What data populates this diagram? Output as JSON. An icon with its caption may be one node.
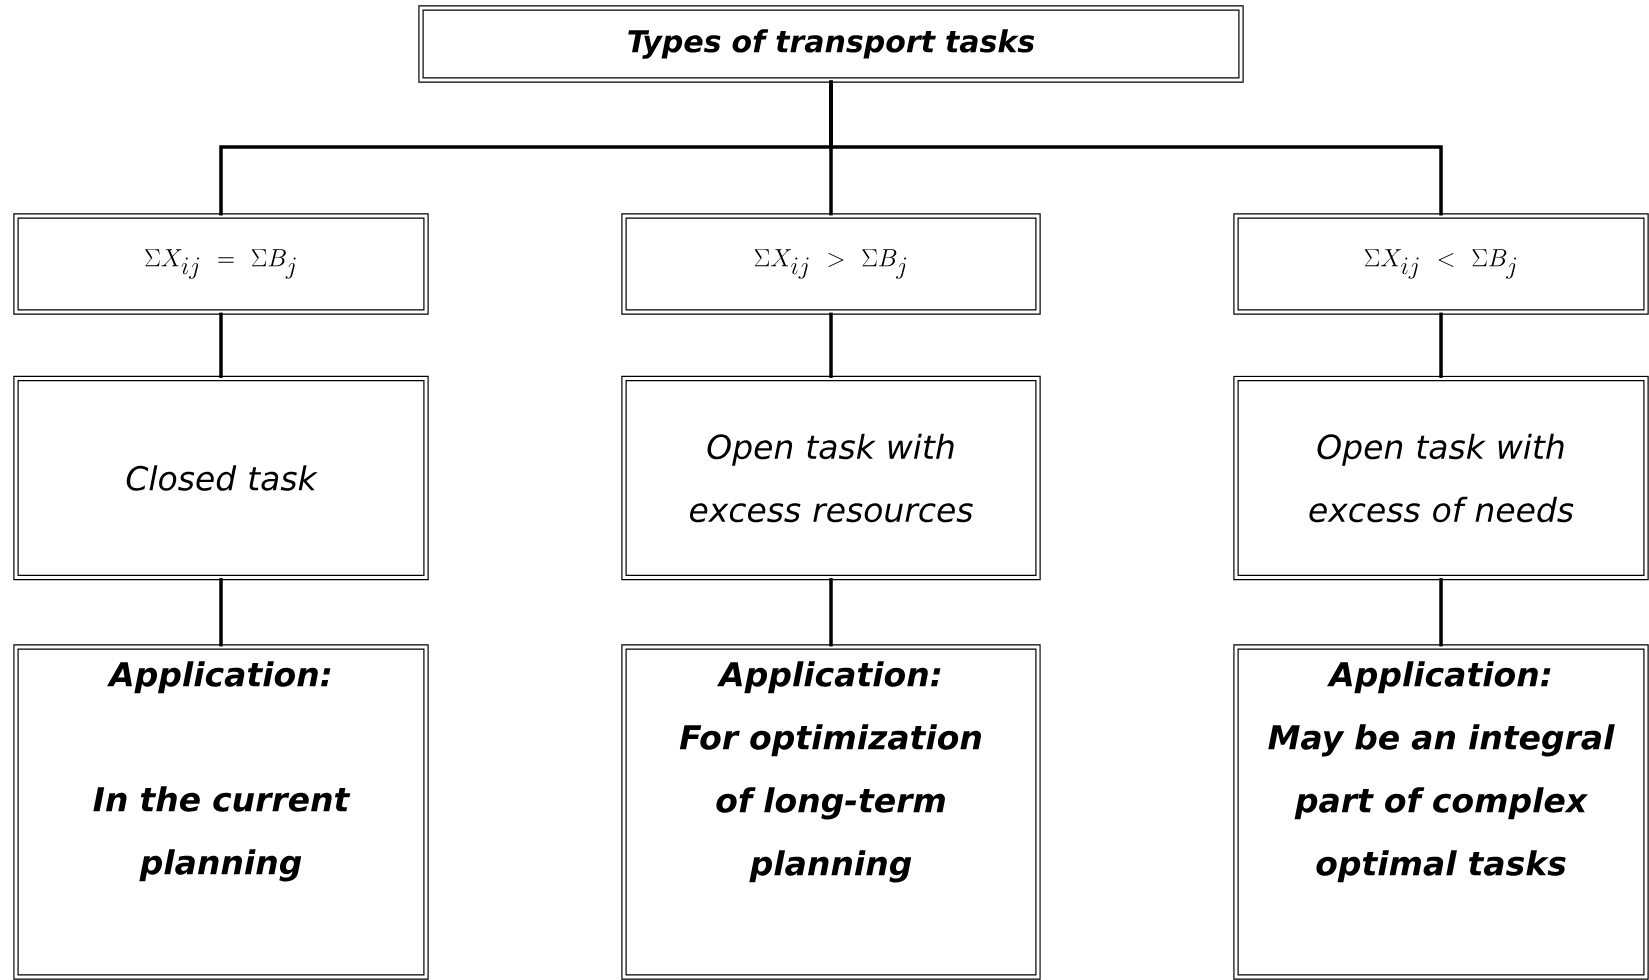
{
  "diagram": {
    "nodes": [
      {
        "text": [
          "Types of transport tasks"
        ]
      },
      {
        "text": [
          "\\Sigma X_{ij} = \\Sigma B_j"
        ]
      },
      {
        "text": [
          "\\Sigma X_{ij} > \\Sigma B_j"
        ]
      },
      {
        "text": [
          "\\Sigma X_{ij} < \\Sigma B_j"
        ]
      },
      {
        "text": [
          "Closed task"
        ]
      },
      {
        "text": [
          "Open task with excess resources"
        ]
      },
      {
        "text": [
          "Open task with excess of needs"
        ]
      },
      {
        "text": [
          "Application:",
          "In the current planning"
        ]
      },
      {
        "text": [
          "Application:",
          "For optimization of long-term planning"
        ]
      },
      {
        "text": [
          "Application:",
          "May be an integral part of complex optimal tasks"
        ]
      }
    ],
    "edges": [
      {
        "from": 0,
        "to": 1,
        "arrow": "none"
      },
      {
        "from": 0,
        "to": 2,
        "arrow": "none"
      },
      {
        "from": 0,
        "to": 3,
        "arrow": "none"
      },
      {
        "from": 1,
        "to": 4,
        "arrow": "none"
      },
      {
        "from": 2,
        "to": 5,
        "arrow": "none"
      },
      {
        "from": 3,
        "to": 6,
        "arrow": "none"
      },
      {
        "from": 4,
        "to": 7,
        "arrow": "none"
      },
      {
        "from": 5,
        "to": 8,
        "arrow": "none"
      },
      {
        "from": 6,
        "to": 9,
        "arrow": "none"
      }
    ]
  }
}
